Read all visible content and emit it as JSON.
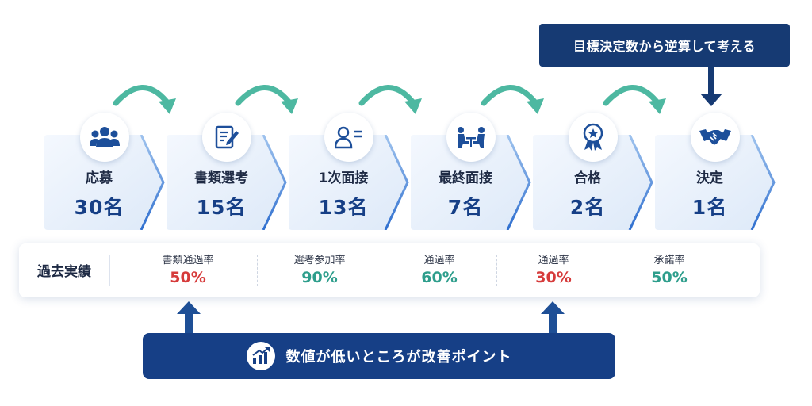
{
  "callout": {
    "text": "目標決定数から逆算して考える"
  },
  "stages": [
    {
      "label": "応募",
      "count": "30名",
      "icon": "people-group-icon"
    },
    {
      "label": "書類選考",
      "count": "15名",
      "icon": "document-pen-icon"
    },
    {
      "label": "1次面接",
      "count": "13名",
      "icon": "person-id-icon"
    },
    {
      "label": "最終面接",
      "count": "7名",
      "icon": "interview-meeting-icon"
    },
    {
      "label": "合格",
      "count": "2名",
      "icon": "award-badge-icon"
    },
    {
      "label": "決定",
      "count": "1名",
      "icon": "handshake-icon"
    }
  ],
  "rates": {
    "row_title": "過去実績",
    "items": [
      {
        "name": "書類通過率",
        "value": "50%",
        "status": "low"
      },
      {
        "name": "選考参加率",
        "value": "90%",
        "status": "ok"
      },
      {
        "name": "通過率",
        "value": "60%",
        "status": "ok"
      },
      {
        "name": "通過率",
        "value": "30%",
        "status": "low"
      },
      {
        "name": "承諾率",
        "value": "50%",
        "status": "ok"
      }
    ]
  },
  "banner": {
    "text": "数値が低いところが改善ポイント",
    "icon": "growth-chart-icon"
  },
  "colors": {
    "navy": "#163a73",
    "blue": "#163f86",
    "teal_arrow": "#4db8a1",
    "low_rate": "#d63b3b",
    "ok_rate": "#2e9e8c"
  }
}
